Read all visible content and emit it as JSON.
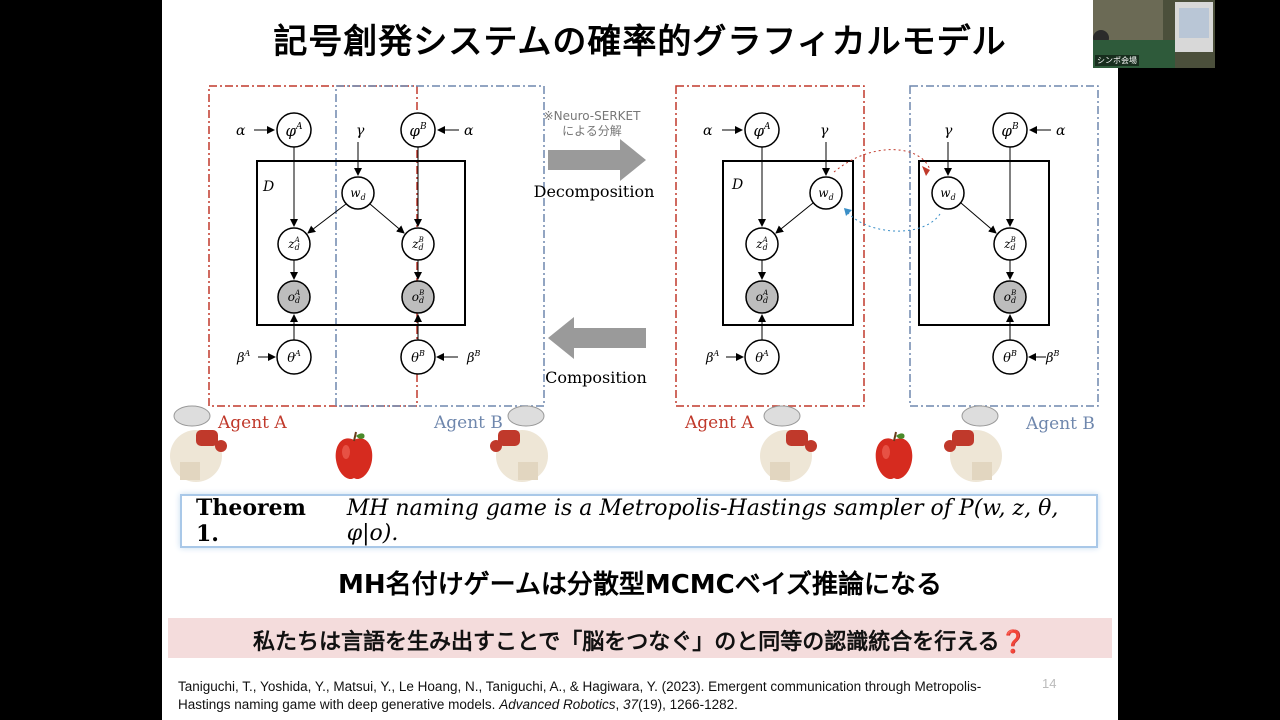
{
  "slide": {
    "title": "記号創発システムの確率的グラフィカルモデル",
    "annotation": "※Neuro-SERKET",
    "annotation2": "による分解",
    "decomposition": "Decomposition",
    "composition": "Composition",
    "agent_a": "Agent A",
    "agent_b": "Agent B",
    "theorem_lead": "Theorem 1.",
    "theorem_body": "MH naming game is a Metropolis-Hastings sampler of P(w, z, θ, φ|o).",
    "mh_statement": "MH名付けゲームは分散型MCMCベイズ推論になる",
    "banner": "私たちは言語を生み出すことで「脳をつなぐ」のと同等の認識統合を行える",
    "banner_icon": "❓",
    "citation_1": "Taniguchi, T., Yoshida, Y., Matsui, Y., Le Hoang, N., Taniguchi, A., & Hagiwara, Y. (2023). Emergent communication through Metropolis-",
    "citation_2a": "Hastings naming game with deep generative models. ",
    "citation_journal": "Advanced Robotics",
    "citation_sep": ", ",
    "citation_volume": "37",
    "citation_2b": "(19), 1266-1282.",
    "page_number": "14"
  },
  "webcam": {
    "label": "シンポ会場"
  },
  "model": {
    "alpha": "α",
    "gamma": "γ",
    "D": "D",
    "phiA": "φA",
    "phiB": "φB",
    "wd": "wd",
    "zA": "zdA",
    "zB": "zdB",
    "oA": "odA",
    "oB": "odB",
    "thetaA": "θA",
    "thetaB": "θB",
    "betaA": "βA",
    "betaB": "βB"
  },
  "colors": {
    "agent_a": "#c0392b",
    "agent_b": "#6f87ad",
    "banner_bg": "#f4dcdc",
    "theorem_border": "#a9c8e8"
  }
}
